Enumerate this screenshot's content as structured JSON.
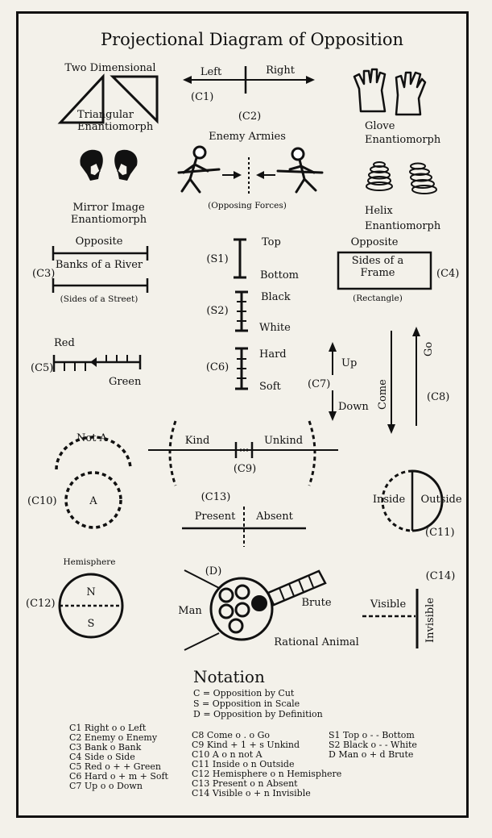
{
  "title": "Projectional Diagram of Opposition",
  "labels": {
    "two_dimensional": "Two Dimensional",
    "triangular_1": "Triangular",
    "triangular_2": "Enantiomorph",
    "left": "Left",
    "right": "Right",
    "c1": "(C1)",
    "glove_1": "Glove",
    "glove_2": "Enantiomorph",
    "c2": "(C2)",
    "enemy_armies": "Enemy Armies",
    "opposing_forces": "(Opposing Forces)",
    "mirror_1": "Mirror Image",
    "mirror_2": "Enantiomorph",
    "helix_1": "Helix",
    "helix_2": "Enantiomorph",
    "opposite_left": "Opposite",
    "banks": "Banks of a River",
    "sides_street": "(Sides of a Street)",
    "c3": "(C3)",
    "s1": "(S1)",
    "top": "Top",
    "bottom": "Bottom",
    "opposite_right": "Opposite",
    "sides_frame_1": "Sides of a",
    "sides_frame_2": "Frame",
    "c4": "(C4)",
    "rectangle": "(Rectangle)",
    "s2": "(S2)",
    "black": "Black",
    "white": "White",
    "red": "Red",
    "green": "Green",
    "c5": "(C5)",
    "c6": "(C6)",
    "hard": "Hard",
    "soft": "Soft",
    "c7": "(C7)",
    "up": "Up",
    "down": "Down",
    "come": "Come",
    "go": "Go",
    "c8": "(C8)",
    "not_a": "Not A",
    "a": "A",
    "c10": "(C10)",
    "kind": "Kind",
    "unkind": "Unkind",
    "c9": "(C9)",
    "c13": "(C13)",
    "present": "Present",
    "absent": "Absent",
    "inside": "Inside",
    "outside": "Outside",
    "c11": "(C11)",
    "hemisphere": "Hemisphere",
    "n": "N",
    "s": "S",
    "c12": "(C12)",
    "d": "(D)",
    "man": "Man",
    "brute": "Brute",
    "rational_animal": "Rational Animal",
    "c14": "(C14)",
    "visible": "Visible",
    "invisible": "Invisible"
  },
  "notation": {
    "heading": "Notation",
    "defs": [
      "C = Opposition by Cut",
      "S = Opposition in Scale",
      "D = Opposition by Definition"
    ],
    "col1": [
      "C1  Right o o Left",
      "C2  Enemy o Enemy",
      "C3  Bank o Bank",
      "C4  Side o Side",
      "C5  Red o + + Green",
      "C6  Hard o + m + Soft",
      "C7  Up o o Down"
    ],
    "col2": [
      "C8  Come o . o Go",
      "C9  Kind + 1 + s Unkind",
      "C10  A o n not A",
      "C11  Inside o n Outside",
      "C12  Hemisphere o n Hemisphere",
      "C13  Present o n Absent",
      "C14  Visible o + n Invisible"
    ],
    "col3": [
      "S1  Top o - - Bottom",
      "S2  Black o - - White",
      "D  Man o + d Brute"
    ]
  }
}
